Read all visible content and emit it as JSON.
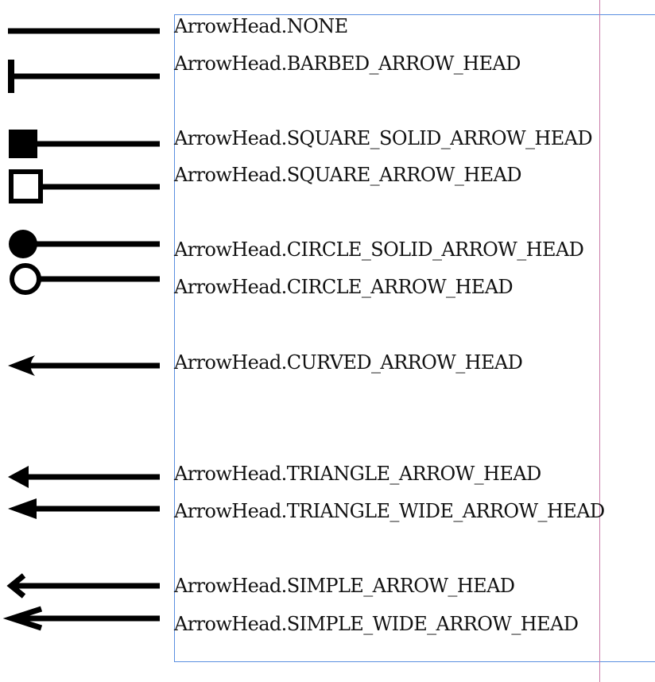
{
  "line_color": "#000000",
  "frame_color": "#5b8fe0",
  "margin_color": "#c97aa8",
  "rows": [
    {
      "label": "ArrowHead.NONE",
      "icon": "no-arrow-head-icon"
    },
    {
      "label": "ArrowHead.BARBED_ARROW_HEAD",
      "icon": "barbed-arrow-head-icon"
    },
    {
      "label": "ArrowHead.SQUARE_SOLID_ARROW_HEAD",
      "icon": "square-solid-arrow-head-icon"
    },
    {
      "label": "ArrowHead.SQUARE_ARROW_HEAD",
      "icon": "square-arrow-head-icon"
    },
    {
      "label": "ArrowHead.CIRCLE_SOLID_ARROW_HEAD",
      "icon": "circle-solid-arrow-head-icon"
    },
    {
      "label": "ArrowHead.CIRCLE_ARROW_HEAD",
      "icon": "circle-arrow-head-icon"
    },
    {
      "label": "ArrowHead.CURVED_ARROW_HEAD",
      "icon": "curved-arrow-head-icon"
    },
    {
      "label": "ArrowHead.TRIANGLE_ARROW_HEAD",
      "icon": "triangle-arrow-head-icon"
    },
    {
      "label": "ArrowHead.TRIANGLE_WIDE_ARROW_HEAD",
      "icon": "triangle-wide-arrow-head-icon"
    },
    {
      "label": "ArrowHead.SIMPLE_ARROW_HEAD",
      "icon": "simple-arrow-head-icon"
    },
    {
      "label": "ArrowHead.SIMPLE_WIDE_ARROW_HEAD",
      "icon": "simple-wide-arrow-head-icon"
    }
  ]
}
